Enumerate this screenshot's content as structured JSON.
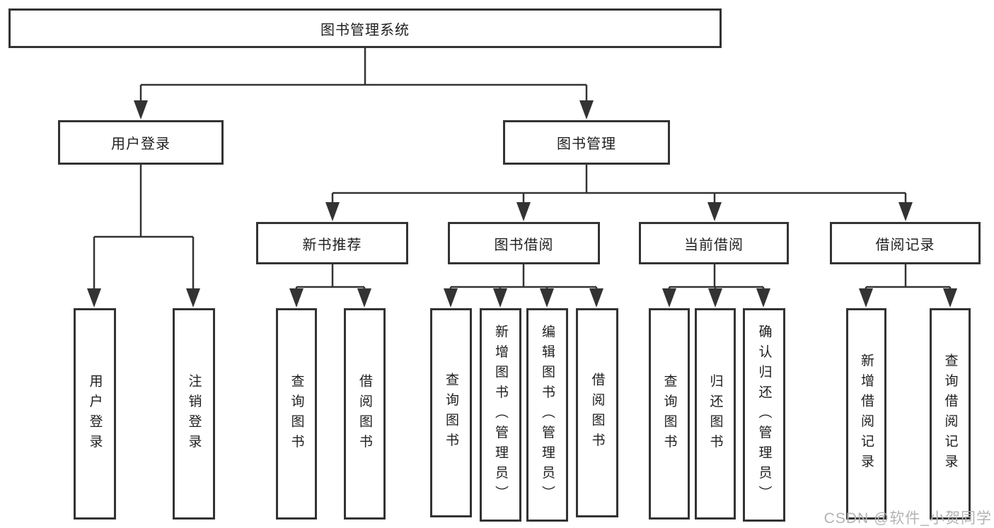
{
  "diagram": {
    "root": {
      "label": "图书管理系统"
    },
    "level2": {
      "user_login": {
        "label": "用户登录"
      },
      "book_mgmt": {
        "label": "图书管理"
      }
    },
    "level3": {
      "new_book_rec": {
        "label": "新书推荐"
      },
      "book_borrow": {
        "label": "图书借阅"
      },
      "current_borrow": {
        "label": "当前借阅"
      },
      "borrow_records": {
        "label": "借阅记录"
      }
    },
    "leaves": {
      "user_login": {
        "label": "用户登录"
      },
      "logout": {
        "label": "注销登录"
      },
      "rec_query_book": {
        "label": "查询图书"
      },
      "rec_borrow_book": {
        "label": "借阅图书"
      },
      "bb_query_book": {
        "label": "查询图书"
      },
      "bb_add_book": {
        "label": "新增图书（管理员）"
      },
      "bb_edit_book": {
        "label": "编辑图书（管理员）"
      },
      "bb_borrow_book": {
        "label": "借阅图书"
      },
      "cb_query_book": {
        "label": "查询图书"
      },
      "cb_return_book": {
        "label": "归还图书"
      },
      "cb_confirm_return": {
        "label": "确认归还（管理员）"
      },
      "br_add_record": {
        "label": "新增借阅记录"
      },
      "br_query_record": {
        "label": "查询借阅记录"
      }
    }
  },
  "watermark": {
    "text": "CSDN @软件_小贺同学",
    "color": "#b3b3b3"
  },
  "colors": {
    "line": "#333333",
    "text": "#1f1f1f",
    "background": "#ffffff"
  }
}
